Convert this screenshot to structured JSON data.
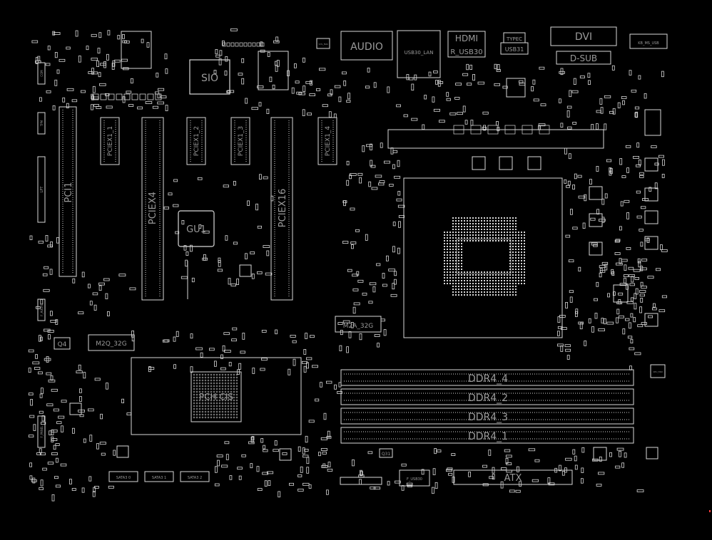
{
  "viewer": {
    "background": "#000000",
    "line_color": "#d8d8d8",
    "label_color": "#9a9a9a",
    "marker_color": "#ff3b3b"
  },
  "labels": {
    "audio": "AUDIO",
    "usb30_lan": "USB30_LAN",
    "hdmi": "HDMI",
    "r_usb30": "R_USB30",
    "dvi": "DVI",
    "dsub": "D-SUB",
    "kb_ms_usb": "KB_MS_USB",
    "usb31": "USB31",
    "typec": "TYPEC",
    "sio": "SIO",
    "gu1": "GU1",
    "pci1": "PCI1",
    "pciex4": "PCIEX4",
    "pciex16": "PCIEX16",
    "pciex1_1": "PCIEX1_1",
    "pciex1_2": "PCIEX1_2",
    "pciex1_3": "PCIEX1_3",
    "pciex1_4": "PCIEX1_4",
    "m2a": "M2A_32G",
    "m2q": "M2Q_32G",
    "q4": "Q4",
    "pch": "PCH CIS",
    "ddr4_4": "DDR4_4",
    "ddr4_2": "DDR4_2",
    "ddr4_3": "DDR4_3",
    "ddr4_1": "DDR4_1",
    "atx": "ATX",
    "f_usb30": "F_USB30",
    "q31": "Q31",
    "sata3_0": "SATA3 0",
    "sata3_1": "SATA3 1",
    "sata3_2": "SATA3 2",
    "sys_fan": "SYS_FAN",
    "cpu_fan": "CPU_FAN",
    "f_audio": "F_AUDIO",
    "lpt": "LPT",
    "com": "COM",
    "tpm": "TPM",
    "f_panel": "F_PANEL"
  }
}
